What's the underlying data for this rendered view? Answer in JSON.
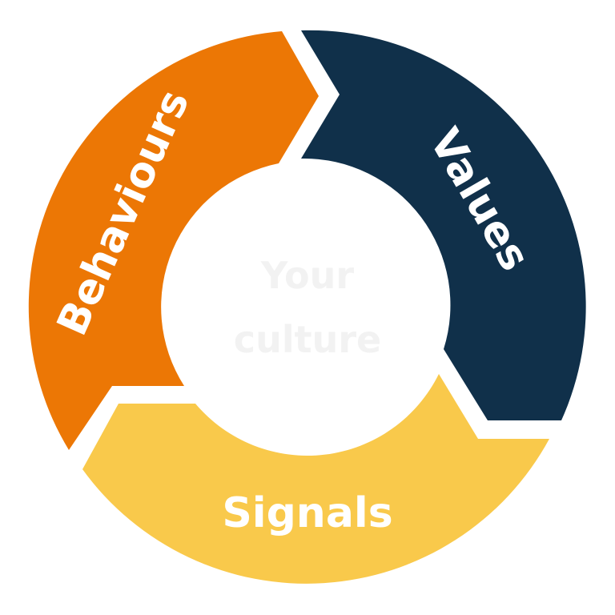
{
  "diagram": {
    "center": {
      "line1": "Your",
      "line2": "culture",
      "color": "#f2f2f2"
    },
    "segments": [
      {
        "label": "Values",
        "color": "#10304a"
      },
      {
        "label": "Signals",
        "color": "#f9c94b"
      },
      {
        "label": "Behaviours",
        "color": "#ec7705"
      }
    ],
    "background": "#ffffff"
  }
}
